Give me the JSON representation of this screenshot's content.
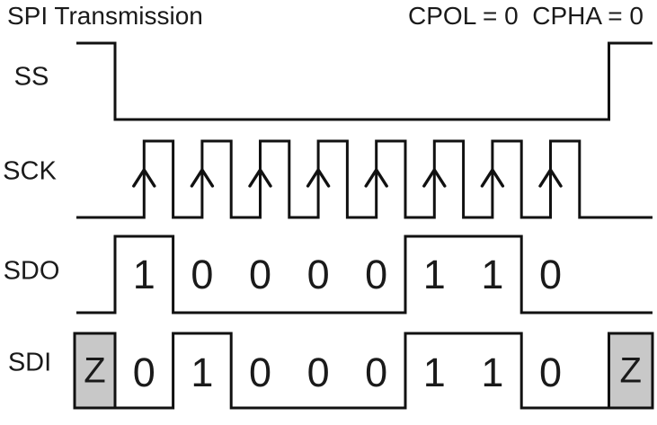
{
  "header": {
    "title": "SPI Transmission",
    "mode": "CPOL = 0  CPHA = 0"
  },
  "colors": {
    "line": "#111111",
    "text": "#1a1a1a",
    "tristate_fill": "#c8c8c8",
    "background": "#ffffff"
  },
  "signals": {
    "ss": {
      "label": "SS"
    },
    "sck": {
      "label": "SCK",
      "pulses": 8,
      "sample_edge": "rising"
    },
    "sdo": {
      "label": "SDO",
      "bits": [
        "1",
        "0",
        "0",
        "0",
        "0",
        "1",
        "1",
        "0"
      ]
    },
    "sdi": {
      "label": "SDI",
      "bits": [
        "Z",
        "0",
        "1",
        "0",
        "0",
        "0",
        "1",
        "1",
        "0",
        "Z"
      ]
    }
  }
}
